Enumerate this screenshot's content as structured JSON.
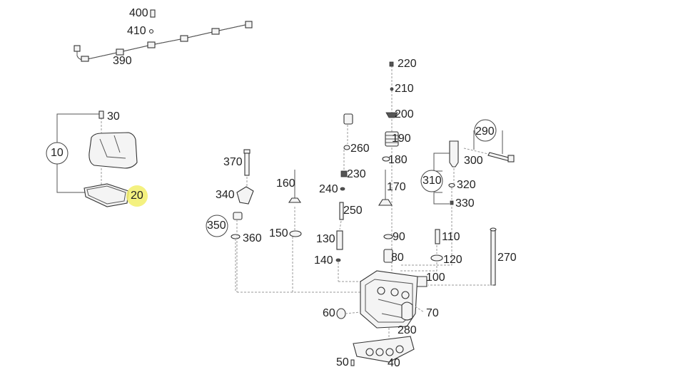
{
  "diagram": {
    "highlight_color": "#f2ee6a",
    "labels": {
      "p400": "400",
      "p410": "410",
      "p390": "390",
      "p30": "30",
      "p10": "10",
      "p20": "20",
      "p370": "370",
      "p340": "340",
      "p350": "350",
      "p360": "360",
      "p160": "160",
      "p150": "150",
      "p260": "260",
      "p230": "230",
      "p240": "240",
      "p250": "250",
      "p130": "130",
      "p140": "140",
      "p220": "220",
      "p210": "210",
      "p200": "200",
      "p190": "190",
      "p180": "180",
      "p170": "170",
      "p90": "90",
      "p80": "80",
      "p110": "110",
      "p120": "120",
      "p100": "100",
      "p270": "270",
      "p290": "290",
      "p300": "300",
      "p310": "310",
      "p320": "320",
      "p330": "330",
      "p60": "60",
      "p70": "70",
      "p280": "280",
      "p50": "50",
      "p40": "40"
    }
  }
}
